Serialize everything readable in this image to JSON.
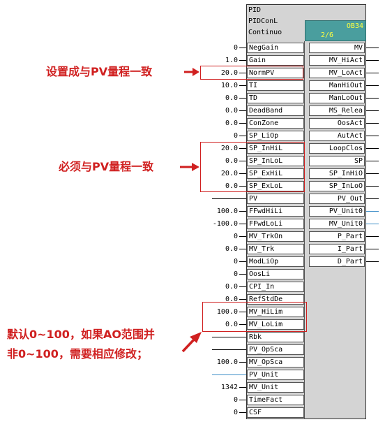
{
  "block": {
    "header": [
      "PID",
      "PIDConL",
      "Continuo"
    ],
    "ob_label": "OB34",
    "page": "2/6"
  },
  "inputs": [
    {
      "name": "NegGain",
      "value": "0",
      "wire": "black"
    },
    {
      "name": "Gain",
      "value": "1.0",
      "wire": "black"
    },
    {
      "name": "NormPV",
      "value": "20.0",
      "wire": "black"
    },
    {
      "name": "TI",
      "value": "10.0",
      "wire": "black"
    },
    {
      "name": "TD",
      "value": "0.0",
      "wire": "black"
    },
    {
      "name": "DeadBand",
      "value": "0.0",
      "wire": "black"
    },
    {
      "name": "ConZone",
      "value": "0.0",
      "wire": "black"
    },
    {
      "name": "SP_LiOp",
      "value": "0",
      "wire": "black"
    },
    {
      "name": "SP_InHiL",
      "value": "20.0",
      "wire": "black"
    },
    {
      "name": "SP_InLoL",
      "value": "0.0",
      "wire": "black"
    },
    {
      "name": "SP_ExHiL",
      "value": "20.0",
      "wire": "black"
    },
    {
      "name": "SP_ExLoL",
      "value": "0.0",
      "wire": "black"
    },
    {
      "name": "PV",
      "value": "",
      "wire": "black"
    },
    {
      "name": "FFwdHiLi",
      "value": "100.0",
      "wire": "black"
    },
    {
      "name": "FFwdLoLi",
      "value": "-100.0",
      "wire": "black"
    },
    {
      "name": "MV_TrkOn",
      "value": "0",
      "wire": "black"
    },
    {
      "name": "MV_Trk",
      "value": "0.0",
      "wire": "black"
    },
    {
      "name": "ModLiOp",
      "value": "0",
      "wire": "black"
    },
    {
      "name": "OosLi",
      "value": "0",
      "wire": "black"
    },
    {
      "name": "CPI_In",
      "value": "0.0",
      "wire": "black"
    },
    {
      "name": "RefStdDe",
      "value": "0.0",
      "wire": "black"
    },
    {
      "name": "MV_HiLim",
      "value": "100.0",
      "wire": "black"
    },
    {
      "name": "MV_LoLim",
      "value": "0.0",
      "wire": "black"
    },
    {
      "name": "Rbk",
      "value": "",
      "wire": "black"
    },
    {
      "name": "PV_OpSca",
      "value": "",
      "wire": "black"
    },
    {
      "name": "MV_OpSca",
      "value": "100.0",
      "wire": "black"
    },
    {
      "name": "PV_Unit",
      "value": "",
      "wire": "blue"
    },
    {
      "name": "MV_Unit",
      "value": "1342",
      "wire": "black"
    },
    {
      "name": "TimeFact",
      "value": "0",
      "wire": "black"
    },
    {
      "name": "CSF",
      "value": "0",
      "wire": "black"
    }
  ],
  "outputs": [
    {
      "name": "MV",
      "wire": "black"
    },
    {
      "name": "MV_HiAct",
      "wire": "black"
    },
    {
      "name": "MV_LoAct",
      "wire": "black"
    },
    {
      "name": "ManHiOut",
      "wire": "black"
    },
    {
      "name": "ManLoOut",
      "wire": "black"
    },
    {
      "name": "MS_Relea",
      "wire": "black"
    },
    {
      "name": "OosAct",
      "wire": "black"
    },
    {
      "name": "AutAct",
      "wire": "black"
    },
    {
      "name": "LoopClos",
      "wire": "black"
    },
    {
      "name": "SP",
      "wire": "black"
    },
    {
      "name": "SP_InHiO",
      "wire": "black"
    },
    {
      "name": "SP_InLoO",
      "wire": "black"
    },
    {
      "name": "PV_Out",
      "wire": "black"
    },
    {
      "name": "PV_Unit0",
      "wire": "blue"
    },
    {
      "name": "MV_Unit0",
      "wire": "blue"
    },
    {
      "name": "P_Part",
      "wire": "black"
    },
    {
      "name": "I_Part",
      "wire": "black"
    },
    {
      "name": "D_Part",
      "wire": "black"
    }
  ],
  "annotations": {
    "normpv_note": "设置成与PV量程一致",
    "sp_limits_note": "必须与PV量程一致",
    "mv_limits_note_line1": "默认0~100，如果AO范围并",
    "mv_limits_note_line2": "非0~100，需要相应修改；"
  },
  "colors": {
    "annotation_red": "#d02020",
    "status_teal": "#4a9e9e",
    "status_text": "#ffff40",
    "block_gray": "#d4d4d4",
    "wire_blue": "#3f8fc8"
  }
}
